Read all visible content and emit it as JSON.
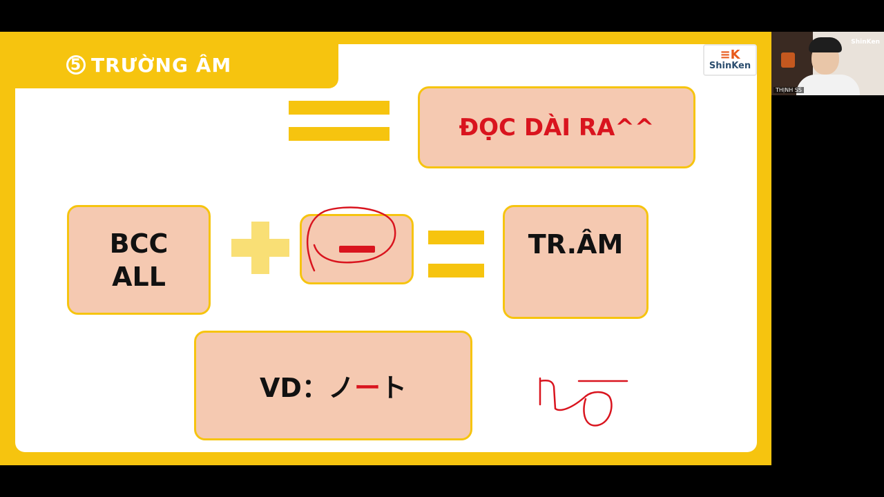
{
  "slide": {
    "number": "5",
    "title": "TRƯỜNG ÂM",
    "logo": {
      "text": "ShinKen"
    },
    "boxes": {
      "read_long": "ĐỌC DÀI RA^^",
      "bcc_line1": "BCC",
      "bcc_line2": "ALL",
      "result": "TR.ÂM",
      "example": "VD：ノ",
      "example_dash": "ー",
      "example_end": "ト"
    }
  },
  "webcam": {
    "brand": "ShinKen",
    "participant_name": "THỊNH SS"
  },
  "colors": {
    "slide_yellow": "#f6c40f",
    "box_fill": "#f5c9b1",
    "accent_red": "#d9141e",
    "ink_red": "#d9141e"
  }
}
